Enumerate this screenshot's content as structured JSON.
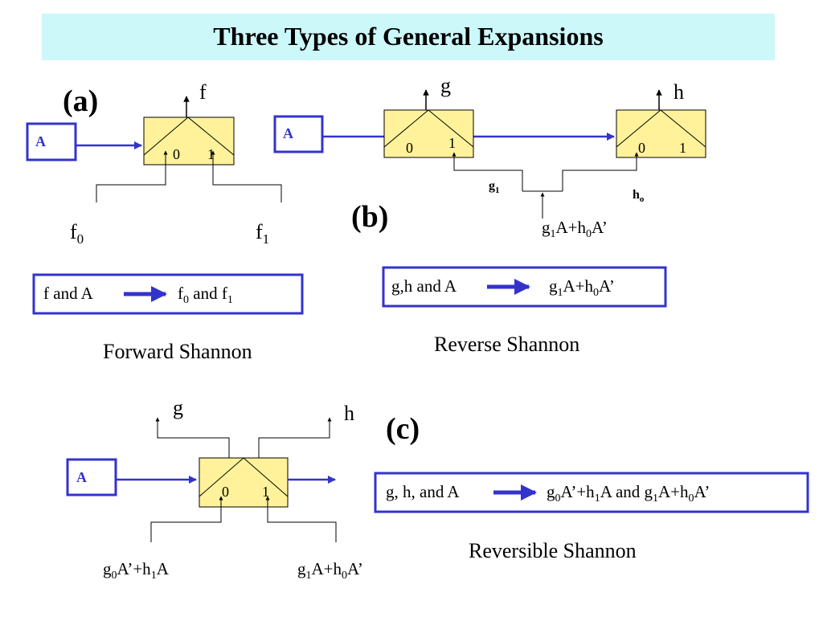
{
  "title": "Three Types of General Expansions",
  "panel_a": {
    "label": "(a)",
    "input": "A",
    "output": "f",
    "mux_zero": "0",
    "mux_one": "1",
    "in0": {
      "base": "f",
      "sub": "0"
    },
    "in1": {
      "base": "f",
      "sub": "1"
    },
    "summary": {
      "left": "f and A",
      "right_base1": "f",
      "right_sub1": "0",
      "right_mid": " and f",
      "right_sub2": "1"
    },
    "caption": "Forward Shannon"
  },
  "panel_b": {
    "label": "(b)",
    "input": "A",
    "out_g": "g",
    "out_h": "h",
    "mux_zero": "0",
    "mux_one": "1",
    "g1": {
      "base": "g",
      "sub": "1"
    },
    "ho": {
      "base": "h",
      "sub": "o"
    },
    "feed": {
      "p1": "g",
      "s1": "1",
      "p2": "A+h",
      "s2": "0",
      "p3": "A’"
    },
    "summary": {
      "left": "g,h and A",
      "r1": "g",
      "rs1": "1",
      "r2": "A+h",
      "rs2": "0",
      "r3": "A’"
    },
    "caption": "Reverse Shannon"
  },
  "panel_c": {
    "label": "(c)",
    "input": "A",
    "out_g": "g",
    "out_h": "h",
    "mux_zero": "0",
    "mux_one": "1",
    "in0": {
      "p1": "g",
      "s1": "0",
      "p2": "A’+h",
      "s2": "1",
      "p3": "A"
    },
    "in1": {
      "p1": "g",
      "s1": "1",
      "p2": "A+h",
      "s2": "0",
      "p3": "A’"
    },
    "summary": {
      "left": "g, h, and A",
      "r1": "g",
      "rs1": "0",
      "r2": "A’+h",
      "rs2": "1",
      "r3": "A and  g",
      "rs3": "1",
      "r4": "A+h",
      "rs4": "0",
      "r5": "A’"
    },
    "caption": "Reversible Shannon"
  },
  "colors": {
    "title_bg": "#ccf8fa",
    "mux_fill": "#fff29a",
    "accent": "#3333cc"
  }
}
